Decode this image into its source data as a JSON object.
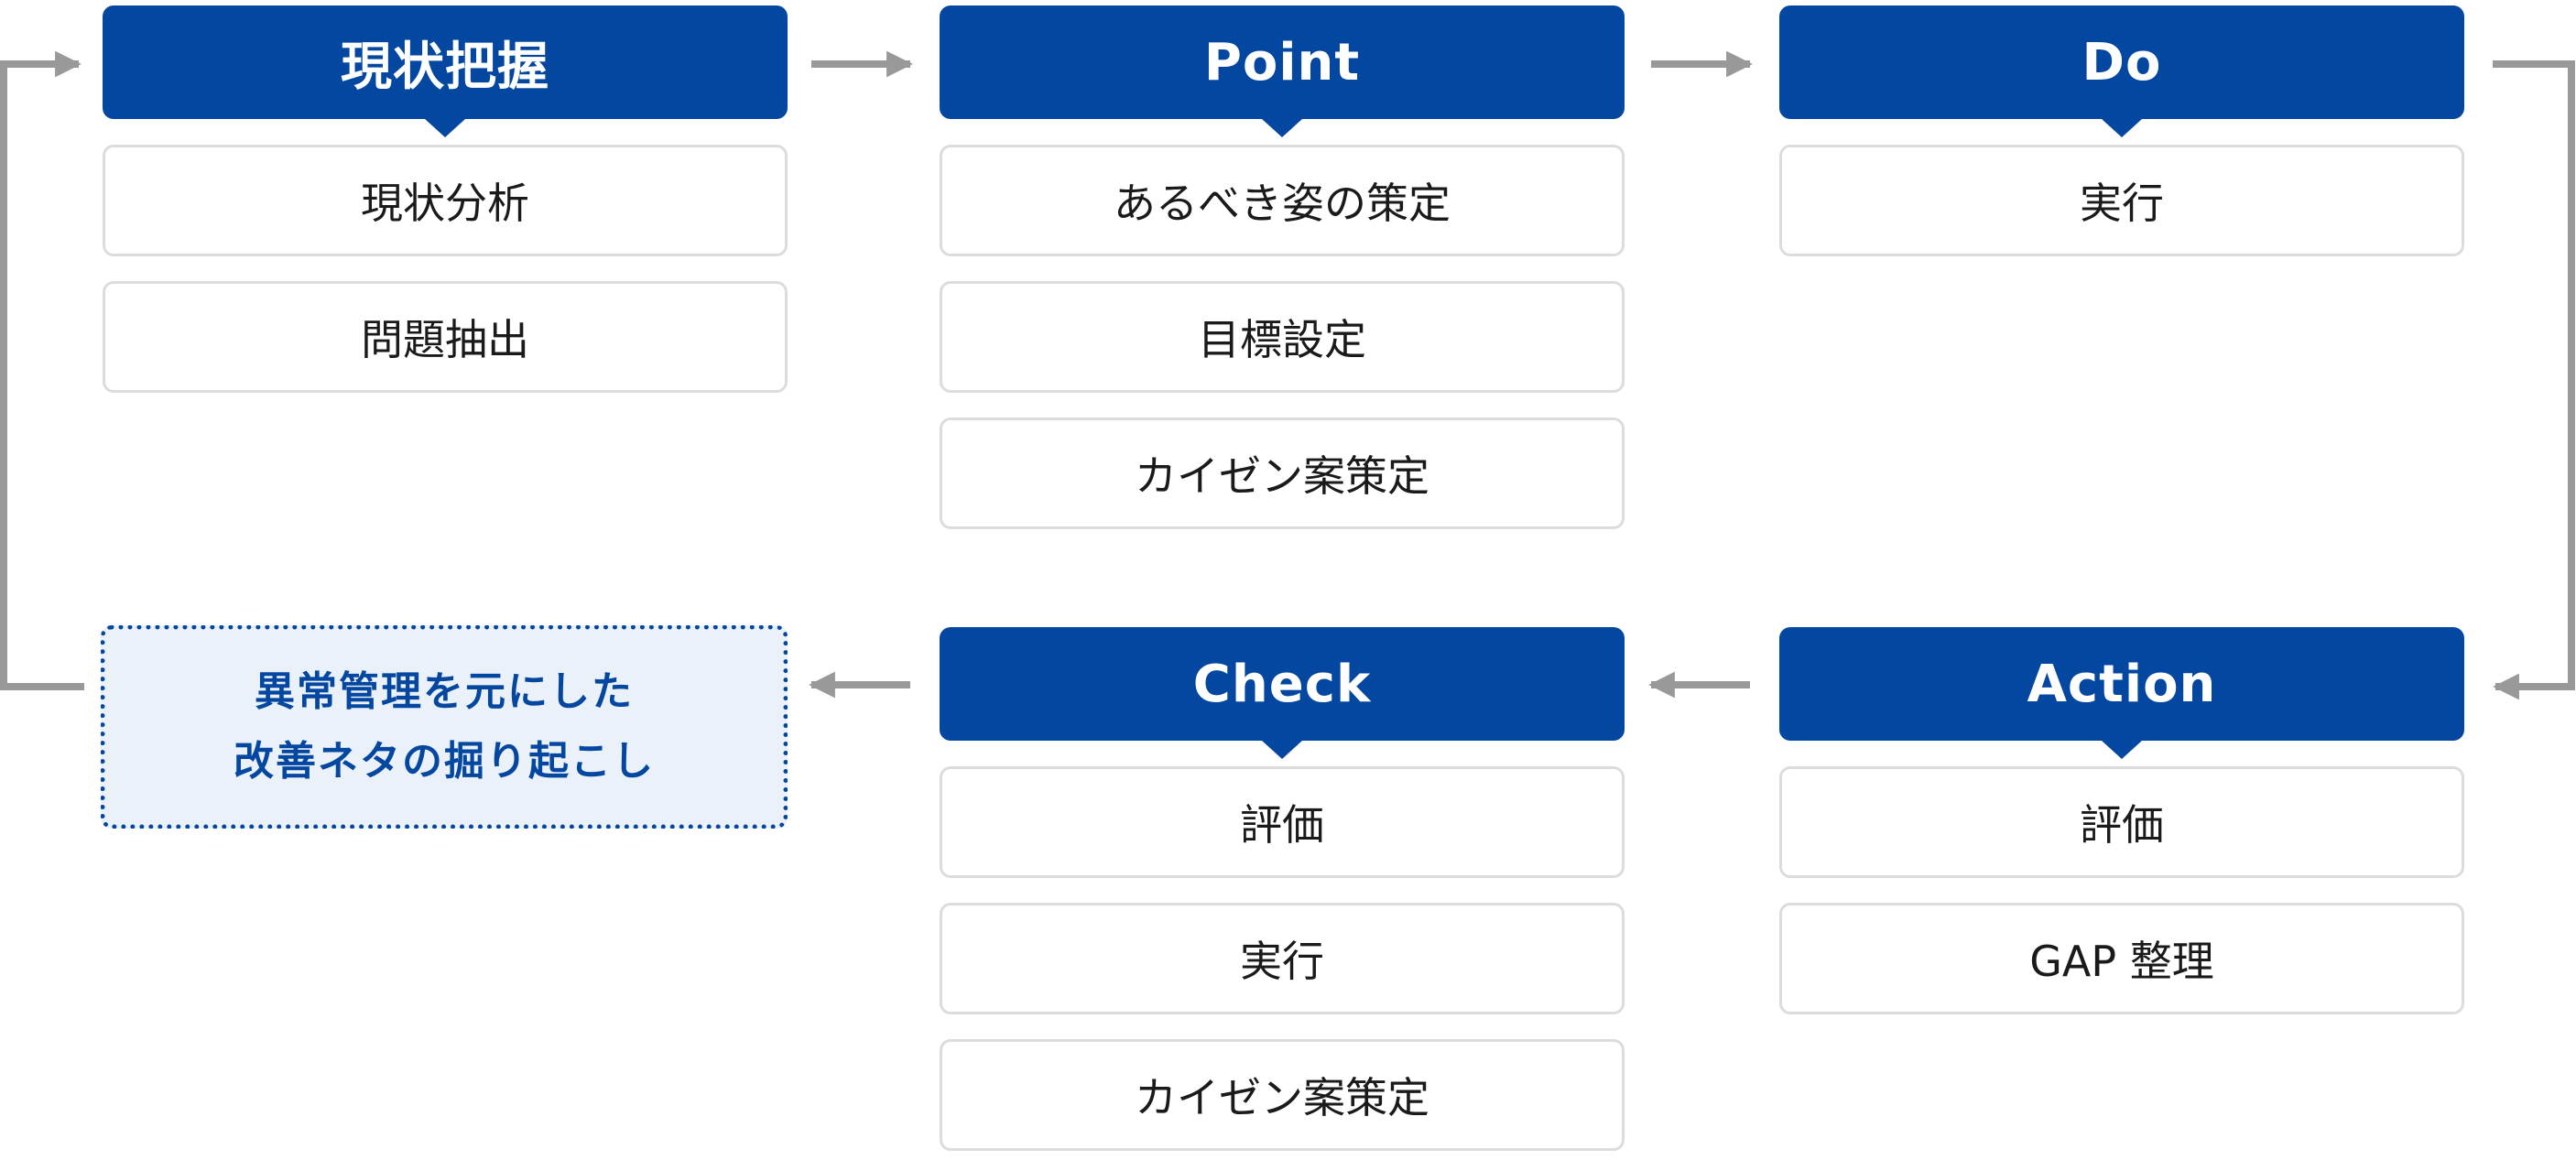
{
  "columns": [
    {
      "header": "現状把握",
      "items": [
        "現状分析",
        "問題抽出"
      ]
    },
    {
      "header": "Point",
      "items": [
        "あるべき姿の策定",
        "目標設定",
        "カイゼン案策定"
      ]
    },
    {
      "header": "Do",
      "items": [
        "実行"
      ]
    },
    {
      "header": "Check",
      "items": [
        "評価",
        "実行",
        "カイゼン案策定"
      ]
    },
    {
      "header": "Action",
      "items": [
        "評価",
        "GAP 整理"
      ]
    }
  ],
  "note": {
    "line1": "異常管理を元にした",
    "line2": "改善ネタの掘り起こし"
  },
  "colors": {
    "header_bg": "#0447a0",
    "arrow": "#999999",
    "note_bg": "#ebf1f8"
  }
}
